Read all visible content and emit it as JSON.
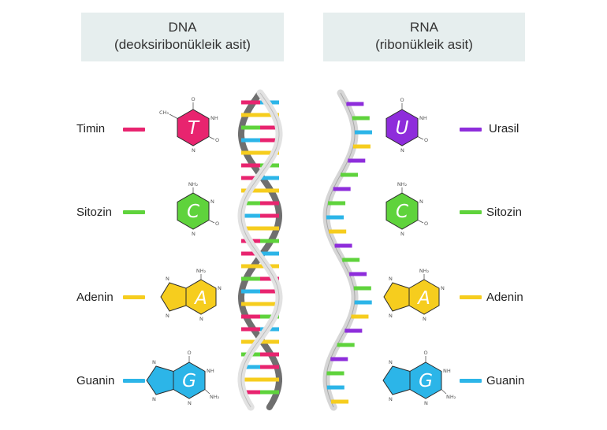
{
  "headers": {
    "dna": {
      "line1": "DNA",
      "line2": "(deoksiribonükleik asit)"
    },
    "rna": {
      "line1": "RNA",
      "line2": "(ribonükleik asit)"
    }
  },
  "dna_bases": [
    {
      "name": "Timin",
      "letter": "T",
      "color": "#e8246f"
    },
    {
      "name": "Sitozin",
      "letter": "C",
      "color": "#5fd33c"
    },
    {
      "name": "Adenin",
      "letter": "A",
      "color": "#f6cd1e"
    },
    {
      "name": "Guanin",
      "letter": "G",
      "color": "#2cb5e8"
    }
  ],
  "rna_bases": [
    {
      "name": "Urasil",
      "letter": "U",
      "color": "#8e2ddb"
    },
    {
      "name": "Sitozin",
      "letter": "C",
      "color": "#5fd33c"
    },
    {
      "name": "Adenin",
      "letter": "A",
      "color": "#f6cd1e"
    },
    {
      "name": "Guanin",
      "letter": "G",
      "color": "#2cb5e8"
    }
  ],
  "atoms": {
    "timin": [
      "O",
      "NH",
      "N",
      "O",
      "CH₃"
    ],
    "urasil": [
      "O",
      "NH",
      "N",
      "O"
    ],
    "sitozin": [
      "NH₂",
      "N",
      "N",
      "O"
    ],
    "adenin": [
      "NH₂",
      "N",
      "N",
      "N",
      "N"
    ],
    "guanin": [
      "O",
      "NH",
      "N",
      "NH₂",
      "N",
      "N"
    ]
  }
}
